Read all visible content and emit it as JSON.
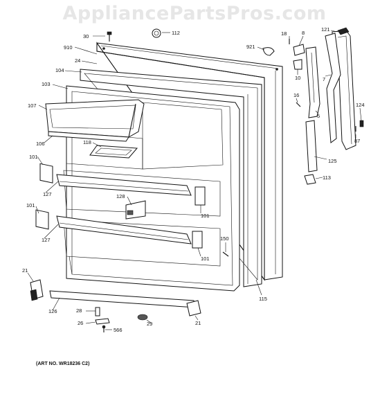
{
  "watermark": "AppliancePartsPros.com",
  "art_number": "(ART NO. WR18236 C2)",
  "part_labels": [
    "30",
    "112",
    "910",
    "24",
    "104",
    "103",
    "107",
    "106",
    "118",
    "101",
    "127",
    "128",
    "101",
    "127",
    "101",
    "101",
    "150",
    "21",
    "126",
    "28",
    "26",
    "566",
    "29",
    "21",
    "115",
    "921",
    "18",
    "8",
    "10",
    "16",
    "5",
    "121",
    "7",
    "124",
    "87",
    "125",
    "113"
  ]
}
